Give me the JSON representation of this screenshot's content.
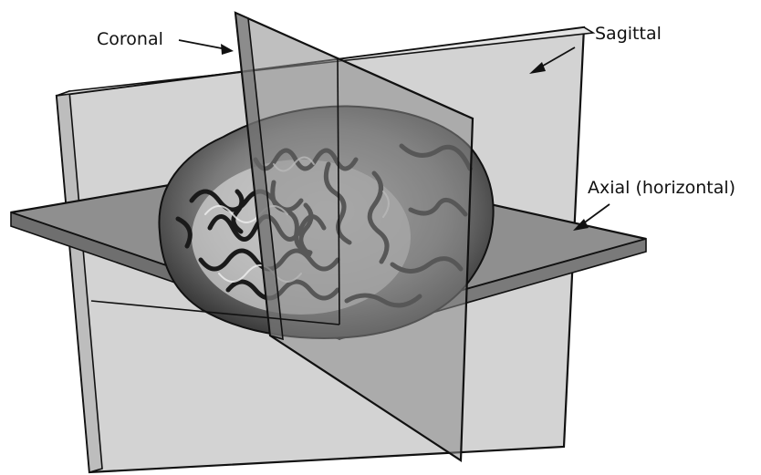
{
  "labels": {
    "coronal": "Coronal",
    "sagittal": "Sagittal",
    "axial": "Axial (horizontal)"
  },
  "colors": {
    "background": "#ffffff",
    "plane_axial": "#8f8f8f",
    "plane_sagittal": "#c9c9c9",
    "plane_coronal": "#9a9a9a",
    "brain_dark": "#2e2e2e",
    "brain_light": "#d8d8d8",
    "outline": "#111111"
  }
}
